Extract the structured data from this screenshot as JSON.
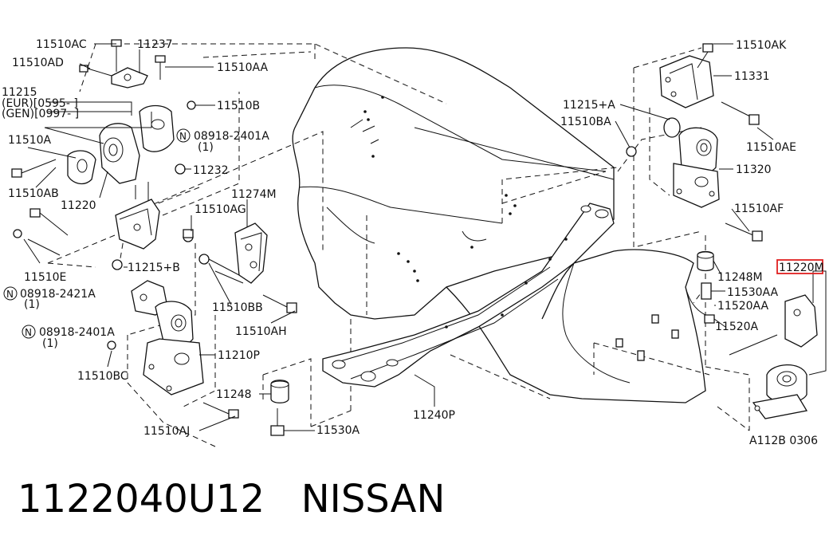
{
  "labels": {
    "l_11510AC": "11510AC",
    "l_11237": "11237",
    "l_11510AD": "11510AD",
    "l_11510AA": "11510AA",
    "l_11215": "11215",
    "l_eur": "(EUR)[0595-    ]",
    "l_gen": "(GEN)[0997-    ]",
    "l_11510B": "11510B",
    "l_08918_2401A_top": "08918-2401A",
    "l_qty1_top": "(1)",
    "l_11510A": "11510A",
    "l_11232": "11232",
    "l_11510AB": "11510AB",
    "l_11220": "11220",
    "l_11274M": "11274M",
    "l_11510AG": "11510AG",
    "l_11510E": "11510E",
    "l_11215B": "11215+B",
    "l_08918_2421A": "08918-2421A",
    "l_qty1_mid": "(1)",
    "l_11510BB": "11510BB",
    "l_11510AH": "11510AH",
    "l_08918_2401A_bot": "08918-2401A",
    "l_qty1_bot": "(1)",
    "l_11210P": "11210P",
    "l_11510BC": "11510BC",
    "l_11248_left": "11248",
    "l_11510AJ": "11510AJ",
    "l_11530A": "11530A",
    "l_11240P": "11240P",
    "l_11510AK": "11510AK",
    "l_11331": "11331",
    "l_11215A": "11215+A",
    "l_11510BA": "11510BA",
    "l_11510AE": "11510AE",
    "l_11320": "11320",
    "l_11510AF": "11510AF",
    "l_11248M": "11248M",
    "l_11220M": "11220M",
    "l_11530AA": "11530AA",
    "l_11520AA": "11520AA",
    "l_11520A": "11520A",
    "l_ref": "A112B 0306",
    "n_symbol": "N"
  },
  "caption": {
    "part_number": "1122040U12",
    "brand": "NISSAN"
  },
  "highlight_color": "#e02020"
}
